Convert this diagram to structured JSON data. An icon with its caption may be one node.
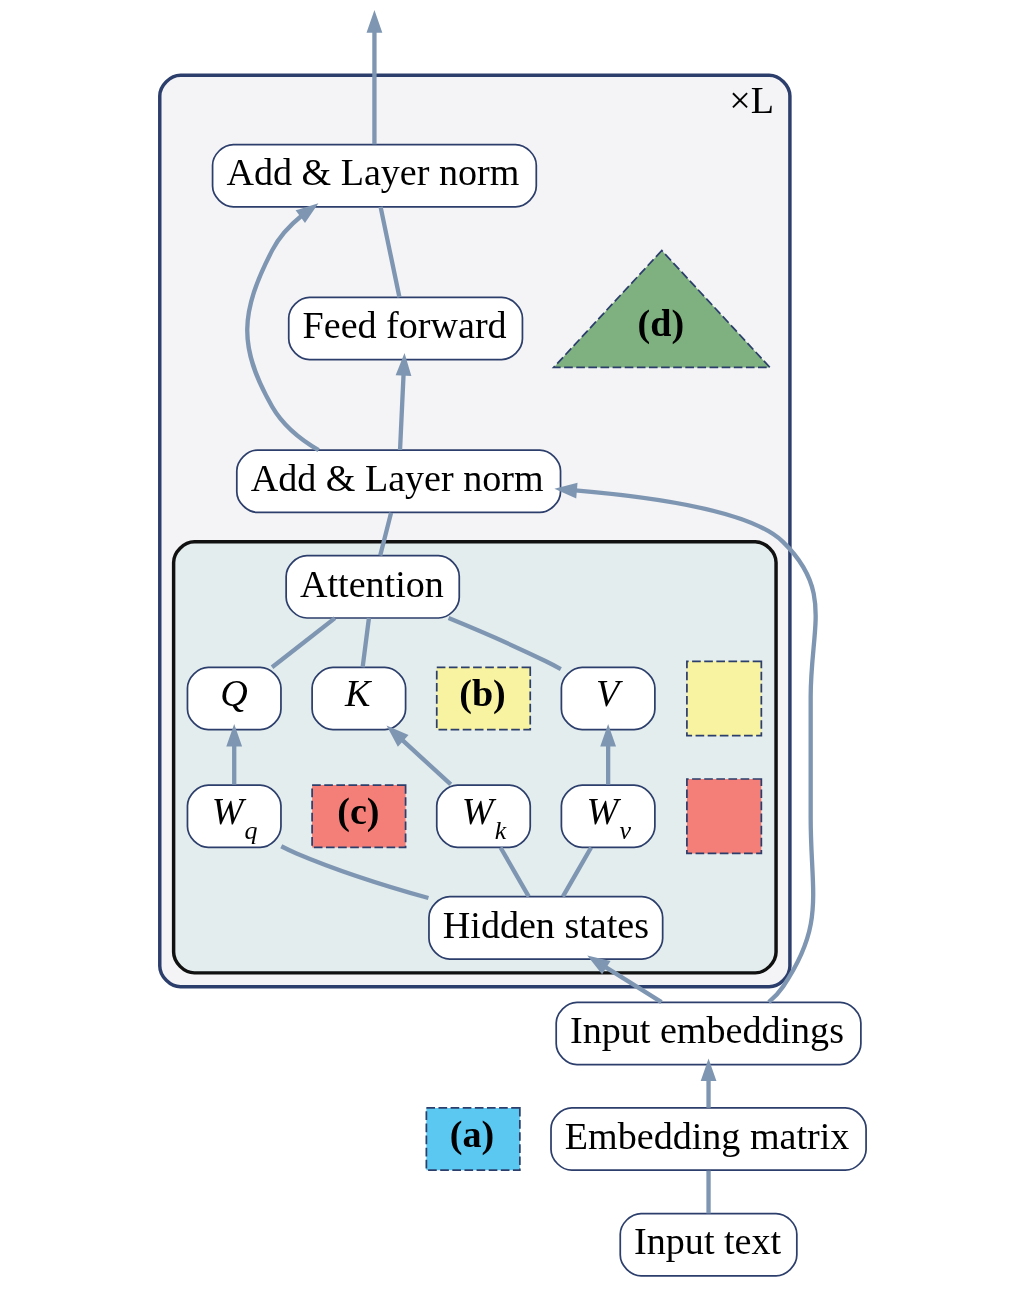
{
  "diagram": {
    "nodes": [
      {
        "text": [
          "×L"
        ]
      },
      {
        "text": [
          "Add & Layer norm"
        ],
        "in": 0
      },
      {
        "text": [
          "(d)"
        ],
        "in": 0
      },
      {
        "text": [
          "Feed forward"
        ],
        "in": 0
      },
      {
        "text": [
          "Add & Layer norm"
        ],
        "in": 0
      },
      {
        "text": [],
        "shape": "box",
        "in": 0
      },
      {
        "text": [
          "Attention"
        ],
        "in": 5
      },
      {
        "text": [
          "Q"
        ],
        "in": 5
      },
      {
        "text": [
          "K"
        ],
        "in": 5
      },
      {
        "text": [
          "(b)"
        ],
        "in": 5
      },
      {
        "text": [
          "V"
        ],
        "in": 5
      },
      {
        "text": [],
        "shape": "box",
        "in": 5
      },
      {
        "text": [
          "W$_{q}$"
        ],
        "in": 5
      },
      {
        "text": [
          "(c)"
        ],
        "in": 5
      },
      {
        "text": [
          "W$_{k}$"
        ],
        "in": 5
      },
      {
        "text": [
          "W$_{v}$"
        ],
        "in": 5
      },
      {
        "text": [],
        "shape": "box",
        "in": 5
      },
      {
        "text": [
          "Hidden states"
        ],
        "in": 5
      },
      {
        "text": [
          "Input embeddings"
        ]
      },
      {
        "text": [
          "(a)"
        ]
      },
      {
        "text": [
          "Embedding matrix"
        ]
      },
      {
        "text": [
          "Input text"
        ]
      }
    ],
    "edges": [
      {
        "from": 21,
        "to": 20,
        "arrow": "none"
      },
      {
        "from": 20,
        "to": 18,
        "arrow": "to"
      },
      {
        "from": 18,
        "to": 17,
        "arrow": "to"
      },
      {
        "from": 17,
        "to": 12,
        "arrow": "none"
      },
      {
        "from": 17,
        "to": 14,
        "arrow": "none"
      },
      {
        "from": 17,
        "to": 15,
        "arrow": "none"
      },
      {
        "from": 12,
        "to": 7,
        "arrow": "to"
      },
      {
        "from": 14,
        "to": 8,
        "arrow": "to"
      },
      {
        "from": 15,
        "to": 10,
        "arrow": "to"
      },
      {
        "from": 7,
        "to": 6,
        "arrow": "none"
      },
      {
        "from": 8,
        "to": 6,
        "arrow": "none"
      },
      {
        "from": 10,
        "to": 6,
        "arrow": "none"
      },
      {
        "from": 6,
        "to": 4,
        "arrow": "none"
      },
      {
        "from": 18,
        "to": 4,
        "arrow": "to"
      },
      {
        "from": 4,
        "to": 3,
        "arrow": "to"
      },
      {
        "from": 4,
        "to": 1,
        "arrow": "to"
      },
      {
        "from": 3,
        "to": 1,
        "arrow": "none"
      },
      {
        "from": 1,
        "to": null,
        "arrow": "to"
      }
    ]
  }
}
